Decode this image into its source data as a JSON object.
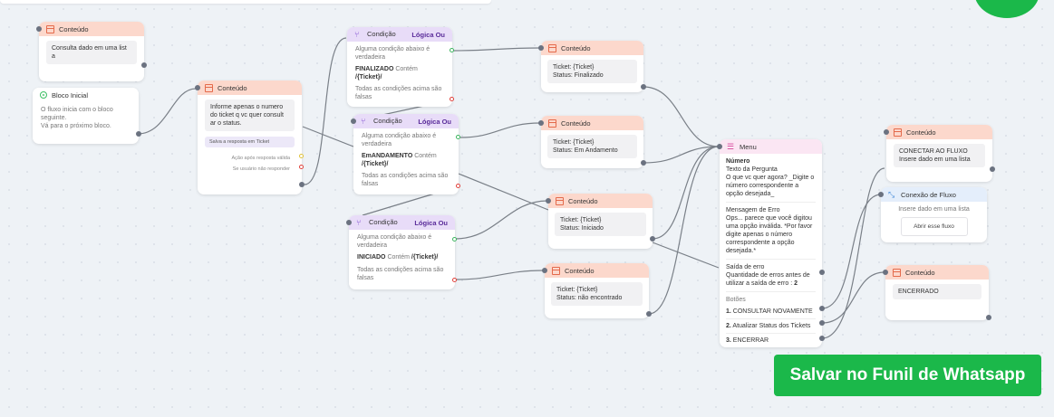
{
  "save_button_label": "Salvar no Funil de Whatsapp",
  "colors": {
    "accent_green": "#1bb84a",
    "content_header": "#fcd8cc",
    "condition_header": "#e8dcf8"
  },
  "nodes": {
    "n1": {
      "title": "Conteúdo",
      "body": "Consulta dado em uma list a"
    },
    "start": {
      "title": "Bloco Inicial",
      "body1": "O fluxo inicia com o bloco seguinte.",
      "body2": "Vá para o próximo bloco."
    },
    "n2": {
      "title": "Conteúdo",
      "body": "Informe apenas o numero do ticket q vc quer consult ar o status.",
      "save": "Salva a resposta em Ticket",
      "opt1": "Ação após resposta válida",
      "opt2": "Se usuário não responder"
    },
    "c1": {
      "title": "Condição",
      "logic": "Lógica Ou",
      "any": "Alguma condição abaixo é verdadeira",
      "field": "FINALIZADO",
      "contains": "Contém",
      "var": "/{Ticket}/",
      "all": "Todas as condições acima são falsas"
    },
    "c2": {
      "title": "Condição",
      "logic": "Lógica Ou",
      "any": "Alguma condição abaixo é verdadeira",
      "field": "EmANDAMENTO",
      "contains": "Contém",
      "var": "/{Ticket}/",
      "all": "Todas as condições acima são falsas"
    },
    "c3": {
      "title": "Condição",
      "logic": "Lógica Ou",
      "any": "Alguma condição abaixo é verdadeira",
      "field": "INICIADO",
      "contains": "Contém",
      "var": "/{Ticket}/",
      "all": "Todas as condições acima são falsas"
    },
    "r1": {
      "title": "Conteúdo",
      "line1": "Ticket: {Ticket}",
      "line2": "Status: Finalizado"
    },
    "r2": {
      "title": "Conteúdo",
      "line1": "Ticket: {Ticket}",
      "line2": "Status: Em Andamento"
    },
    "r3": {
      "title": "Conteúdo",
      "line1": "Ticket: {Ticket}",
      "line2": "Status: Iniciado"
    },
    "r4": {
      "title": "Conteúdo",
      "line1": "Ticket: {Ticket}",
      "line2": "Status: não encontrado"
    },
    "menu": {
      "title": "Menu",
      "label_num": "Número",
      "q_label": "Texto da Pergunta",
      "q_text": "O que vc quer agora? _Digite o número correspondente a opção desejada_",
      "err_label": "Mensagem de Erro",
      "err_text": "Ops... parece que você digitou uma opção inválida. *Por favor digite apenas o número correspondente a opção desejada.*",
      "exit_label": "Saída de erro",
      "exit_text": "Quantidade de erros antes de utilizar a saída de erro :",
      "exit_count": "2",
      "btns_label": "Botões",
      "b1num": "1.",
      "b1": "CONSULTAR NOVAMENTE",
      "b2num": "2.",
      "b2": "Atualizar Status dos Tickets",
      "b3num": "3.",
      "b3": "ENCERRAR"
    },
    "e1": {
      "title": "Conteúdo",
      "body": "CONECTAR AO FLUXO Insere dado em uma lista"
    },
    "cx": {
      "title": "Conexão de Fluxo",
      "body": "Insere dado em uma lista",
      "button": "Abrir esse fluxo"
    },
    "e2": {
      "title": "Conteúdo",
      "body": "ENCERRADO"
    }
  }
}
